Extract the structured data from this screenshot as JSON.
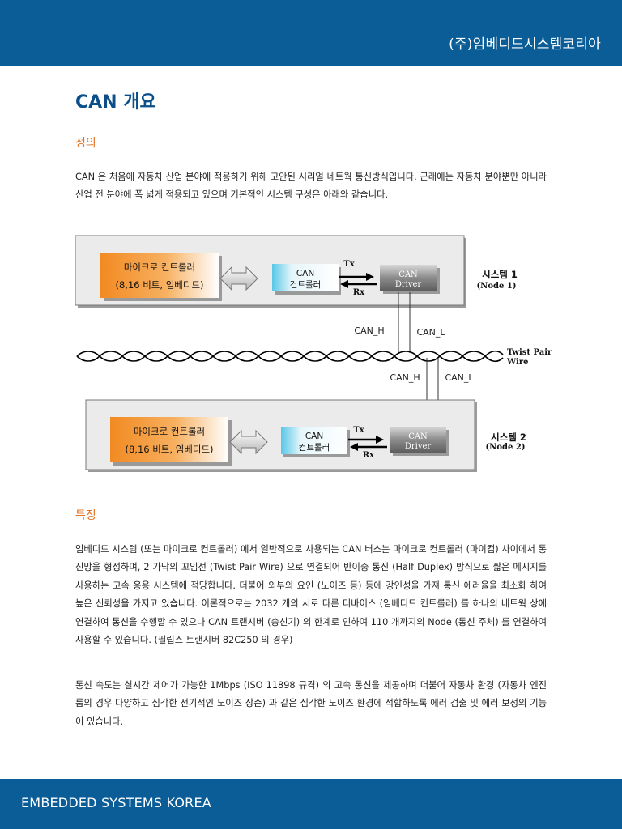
{
  "header": {
    "company": "(주)임베디드시스템코리아"
  },
  "page_title": "CAN 개요",
  "sections": {
    "definition": {
      "heading": "정의",
      "text": "CAN 은 처음에 자동차 산업 분야에 적용하기 위해 고안된 시리얼 네트웍 통신방식입니다. 근래에는 자동차 분야뿐만 아니라 산업 전 분야에 폭 넓게 적용되고 있으며 기본적인 시스템 구성은 아래와 같습니다."
    },
    "features": {
      "heading": "특징",
      "para1": "임베디드 시스템 (또는 마이크로 컨트롤러) 에서 일반적으로 사용되는 CAN 버스는 마이크로 컨트롤러 (마이컴) 사이에서 통신망을 형성하며, 2 가닥의 꼬임선 (Twist Pair Wire) 으로 연결되어 반이중 통신 (Half Duplex) 방식으로 짧은 메시지를 사용하는 고속 응용 시스템에 적당합니다. 더불어 외부의 요인 (노이즈 등) 등에 강인성을 가져 통신 에러율을 최소화 하여 높은 신뢰성을 가지고 있습니다. 이론적으로는 2032 개의 서로 다른 디바이스 (임베디드 컨트롤러) 를 하나의 네트웍 상에 연결하여 통신을 수행할 수 있으나 CAN 트랜시버 (송신기) 의 한계로 인하여 110 개까지의 Node (통신 주체) 를 연결하여 사용할 수 있습니다. (필립스 트랜시버 82C250 의 경우)",
      "para2": "통신 속도는 실시간 제어가 가능한 1Mbps (ISO 11898 규격) 의 고속 통신을 제공하며 더불어 자동차 환경 (자동차 엔진룸의 경우 다양하고 심각한 전기적인 노이즈 상존) 과 같은 심각한 노이즈 환경에 적합하도록 에러 검출 및 에러 보정의 기능이 있습니다."
    }
  },
  "diagram": {
    "node1": {
      "mcu_line1": "마이크로 컨트롤러",
      "mcu_line2": "(8,16 비트, 임베디드)",
      "ctrl_line1": "CAN",
      "ctrl_line2": "컨트롤러",
      "tx": "Tx",
      "rx": "Rx",
      "driver_line1": "CAN",
      "driver_line2": "Driver",
      "label_line1": "시스템 1",
      "label_line2": "(Node 1)"
    },
    "node2": {
      "mcu_line1": "마이크로 컨트롤러",
      "mcu_line2": "(8,16 비트, 임베디드)",
      "ctrl_line1": "CAN",
      "ctrl_line2": "컨트롤러",
      "tx": "Tx",
      "rx": "Rx",
      "driver_line1": "CAN",
      "driver_line2": "Driver",
      "label_line1": "시스템 2",
      "label_line2": "(Node 2)"
    },
    "bus": {
      "can_h_top": "CAN_H",
      "can_l_top": "CAN_L",
      "can_h_bottom": "CAN_H",
      "can_l_bottom": "CAN_L",
      "wire_line1": "Twist Pair",
      "wire_line2": "Wire"
    },
    "colors": {
      "mcu": "#f28a22",
      "controller": "#59c7e8",
      "driver": "#8c8c8c",
      "panel": "#ebebeb"
    }
  },
  "footer": {
    "title": "EMBEDDED SYSTEMS KOREA"
  }
}
